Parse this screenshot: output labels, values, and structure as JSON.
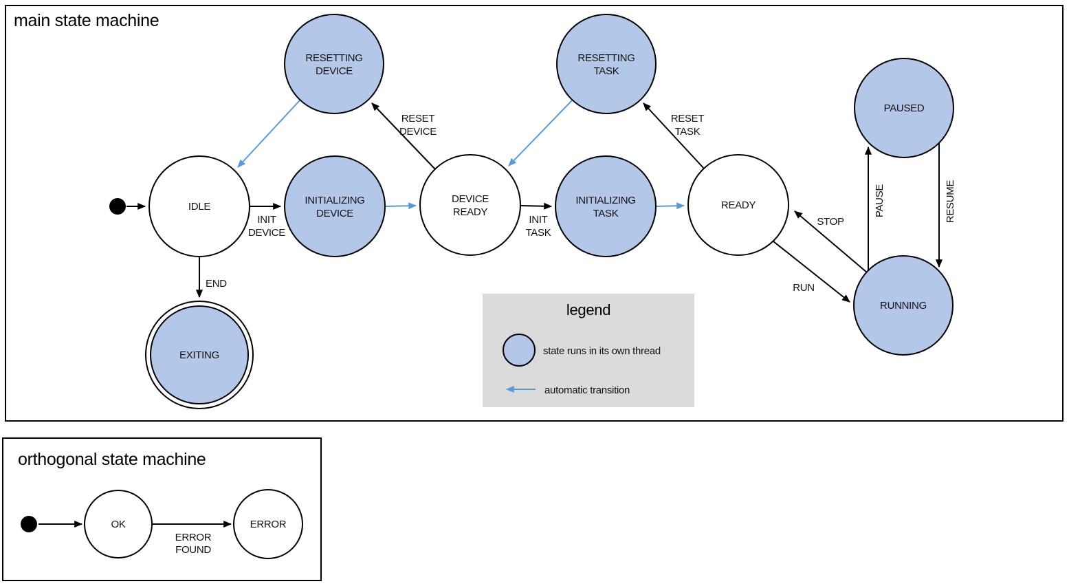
{
  "colors": {
    "thread_fill": "#b3c7e8",
    "auto_transition": "#5b9bd5",
    "legend_bg": "#dbdbdb",
    "line": "#000000"
  },
  "main": {
    "title": "main state machine",
    "states": {
      "idle": {
        "label": "IDLE"
      },
      "resetting_device": {
        "lines": [
          "RESETTING",
          "DEVICE"
        ]
      },
      "initializing_device": {
        "lines": [
          "INITIALIZING",
          "DEVICE"
        ]
      },
      "device_ready": {
        "lines": [
          "DEVICE",
          "READY"
        ]
      },
      "resetting_task": {
        "lines": [
          "RESETTING",
          "TASK"
        ]
      },
      "initializing_task": {
        "lines": [
          "INITIALIZING",
          "TASK"
        ]
      },
      "ready": {
        "label": "READY"
      },
      "paused": {
        "label": "PAUSED"
      },
      "running": {
        "label": "RUNNING"
      },
      "exiting": {
        "label": "EXITING"
      }
    },
    "transitions": {
      "init_device": {
        "lines": [
          "INIT",
          "DEVICE"
        ]
      },
      "reset_device": {
        "lines": [
          "RESET",
          "DEVICE"
        ]
      },
      "init_task": {
        "lines": [
          "INIT",
          "TASK"
        ]
      },
      "reset_task": {
        "lines": [
          "RESET",
          "TASK"
        ]
      },
      "end": {
        "label": "END"
      },
      "run": {
        "label": "RUN"
      },
      "stop": {
        "label": "STOP"
      },
      "pause": {
        "label": "PAUSE"
      },
      "resume": {
        "label": "RESUME"
      }
    }
  },
  "legend": {
    "title": "legend",
    "thread_item": {
      "label": "state runs in its own thread"
    },
    "auto_item": {
      "label": "automatic transition"
    }
  },
  "orthogonal": {
    "title": "orthogonal state machine",
    "states": {
      "ok": {
        "label": "OK"
      },
      "error": {
        "label": "ERROR"
      }
    },
    "transitions": {
      "error_found": {
        "lines": [
          "ERROR",
          "FOUND"
        ]
      }
    }
  }
}
